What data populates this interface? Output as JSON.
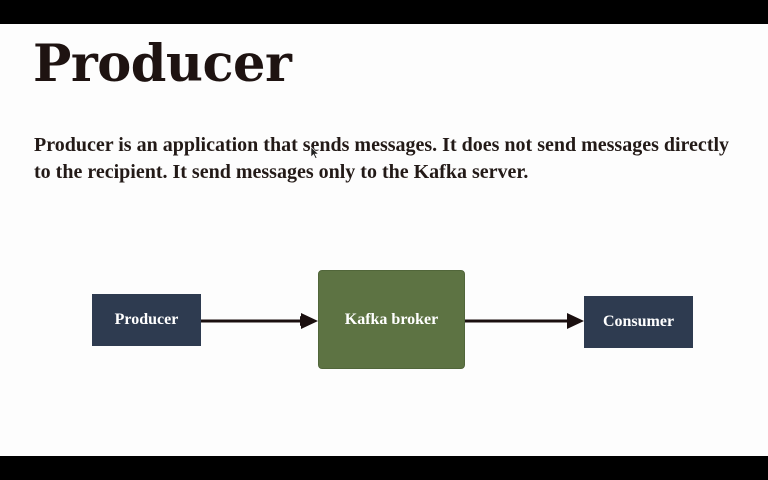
{
  "slide": {
    "title": "Producer",
    "body": "Producer is an application that sends messages. It does not send messages directly to the recipient. It send messages only to the Kafka server."
  },
  "diagram": {
    "nodes": [
      {
        "id": "producer",
        "label": "Producer",
        "color": "#2e3b50"
      },
      {
        "id": "broker",
        "label": "Kafka broker",
        "color": "#5d7343"
      },
      {
        "id": "consumer",
        "label": "Consumer",
        "color": "#2e3b50"
      }
    ],
    "edges": [
      {
        "from": "producer",
        "to": "broker"
      },
      {
        "from": "broker",
        "to": "consumer"
      }
    ],
    "arrow_color": "#1a0f0f"
  }
}
